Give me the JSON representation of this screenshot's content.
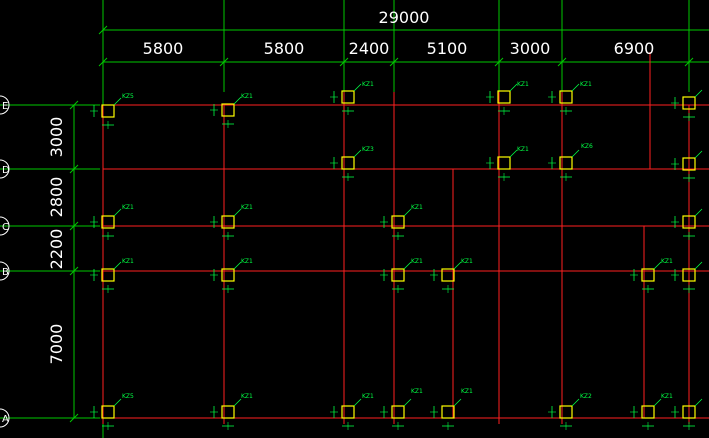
{
  "colors": {
    "background": "#000000",
    "grid": "#ff2020",
    "dimension": "#00c800",
    "column": "#ffff00",
    "tag": "#00ff44",
    "text": "#ffffff"
  },
  "overall_dimension": "29000",
  "column_dimensions": [
    "5800",
    "5800",
    "2400",
    "5100",
    "3000",
    "6900"
  ],
  "row_dimensions": [
    "3000",
    "2800",
    "2200",
    "7000"
  ],
  "axis_labels": [
    "E",
    "D",
    "C",
    "B",
    "A"
  ],
  "column_tags": {
    "kz1": "KZ1",
    "kz2": "KZ2",
    "kz3": "KZ3",
    "kz5": "KZ5",
    "kz6": "KZ6"
  }
}
